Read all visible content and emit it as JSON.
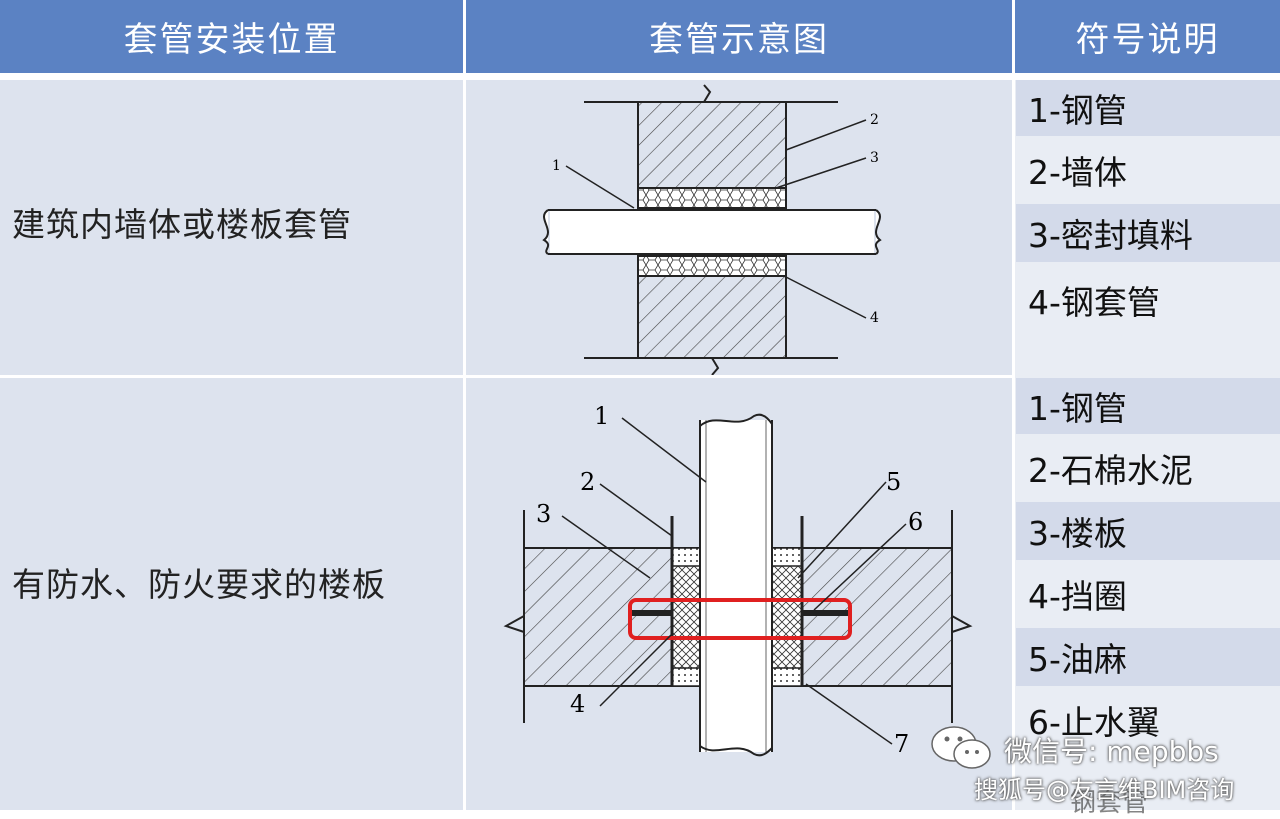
{
  "header": {
    "col1": "套管安装位置",
    "col2": "套管示意图",
    "col3": "符号说明"
  },
  "rows": [
    {
      "location": "建筑内墙体或楼板套管",
      "diagram_labels": [
        "1",
        "2",
        "3",
        "4"
      ],
      "legend": [
        "1-钢管",
        "2-墙体",
        "3-密封填料",
        "4-钢套管"
      ]
    },
    {
      "location": "有防水、防火要求的楼板",
      "diagram_labels": [
        "1",
        "2",
        "3",
        "4",
        "5",
        "6",
        "7"
      ],
      "legend": [
        "1-钢管",
        "2-石棉水泥",
        "3-楼板",
        "4-挡圈",
        "5-油麻",
        "6-止水翼"
      ]
    }
  ],
  "watermarks": {
    "wechat": "微信号: mepbbs",
    "sohu": "搜狐号@友言维BIM咨询",
    "partial": "钢套管"
  },
  "colors": {
    "header_bg": "#5b82c3",
    "cell_bg": "#dde3ee",
    "highlight": "#e02020"
  }
}
